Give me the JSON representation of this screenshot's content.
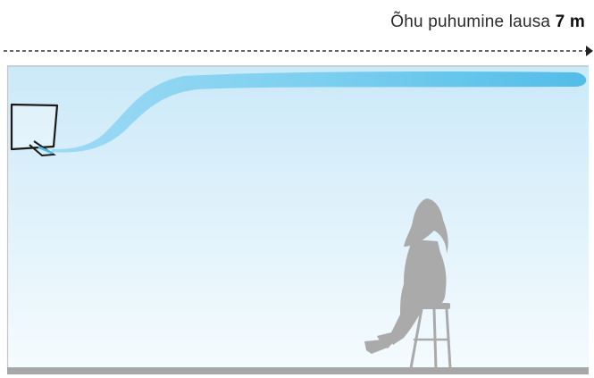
{
  "caption": {
    "text": "Õhu puhumine lausa",
    "distance": "7 m"
  },
  "colors": {
    "sky_top": "#cbe9f8",
    "sky_bottom": "#f5fbfe",
    "airflow": "#5fc4ec",
    "floor": "#a7a7a7",
    "silhouette": "#aaaaaa"
  },
  "icons": [
    "arrow-right-icon",
    "air-conditioner-icon",
    "airflow-stream",
    "seated-woman-silhouette",
    "bar-stool"
  ]
}
